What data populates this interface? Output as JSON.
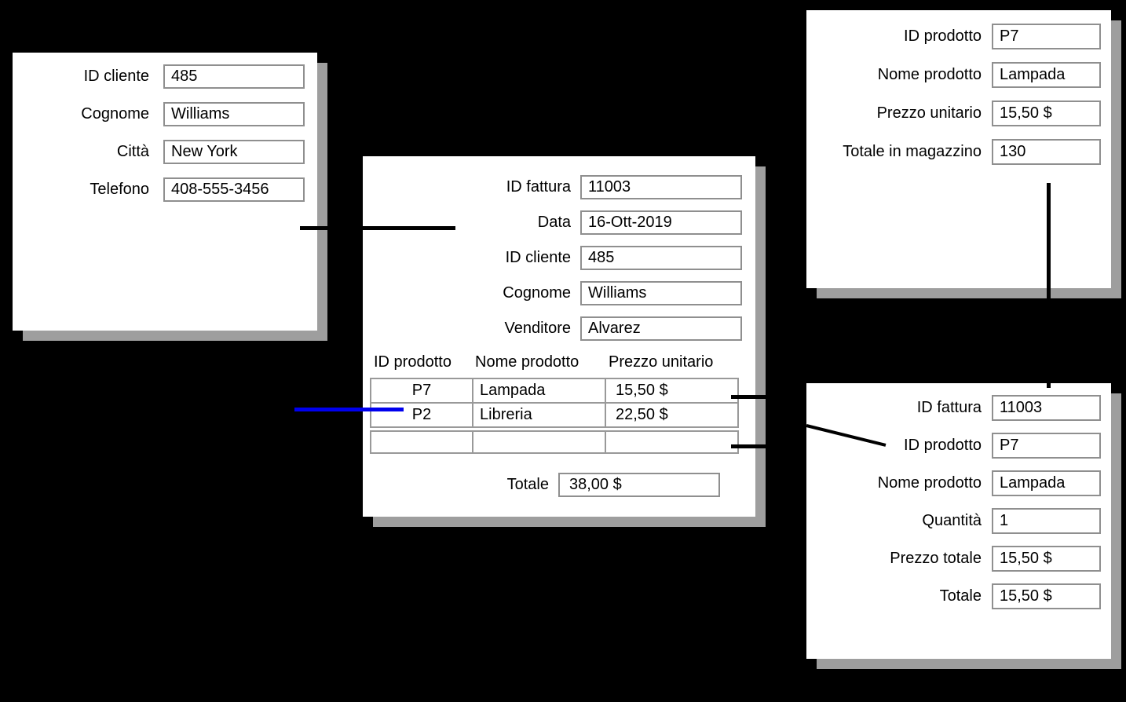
{
  "colors": {
    "background": "#000000",
    "card_bg": "#ffffff",
    "card_shadow": "#9e9e9e",
    "box_border": "#8f8f8f",
    "table_border": "#999999",
    "connector_black": "#000000",
    "connector_blue": "#0000ee"
  },
  "customer_card": {
    "fields": [
      {
        "label": "ID cliente",
        "value": "485"
      },
      {
        "label": "Cognome",
        "value": "Williams"
      },
      {
        "label": "Città",
        "value": "New York"
      },
      {
        "label": "Telefono",
        "value": "408-555-3456"
      }
    ]
  },
  "invoice_card": {
    "fields": [
      {
        "label": "ID fattura",
        "value": "11003"
      },
      {
        "label": "Data",
        "value": "16-Ott-2019"
      },
      {
        "label": "ID cliente",
        "value": "485"
      },
      {
        "label": "Cognome",
        "value": "Williams"
      },
      {
        "label": "Venditore",
        "value": "Alvarez"
      }
    ],
    "table": {
      "headers": [
        "ID prodotto",
        "Nome prodotto",
        "Prezzo unitario"
      ],
      "rows": [
        [
          "P7",
          "Lampada",
          "15,50 $"
        ],
        [
          "P2",
          "Libreria",
          "22,50 $"
        ],
        [
          "",
          "",
          ""
        ]
      ]
    },
    "total_label": "Totale",
    "total_value": "38,00 $"
  },
  "product_card": {
    "fields": [
      {
        "label": "ID prodotto",
        "value": "P7"
      },
      {
        "label": "Nome prodotto",
        "value": "Lampada"
      },
      {
        "label": "Prezzo unitario",
        "value": "15,50 $"
      },
      {
        "label": "Totale in magazzino",
        "value": "130"
      }
    ]
  },
  "invoice_line_card": {
    "fields": [
      {
        "label": "ID fattura",
        "value": "11003"
      },
      {
        "label": "ID prodotto",
        "value": "P7"
      },
      {
        "label": "Nome prodotto",
        "value": "Lampada"
      },
      {
        "label": "Quantità",
        "value": "1"
      },
      {
        "label": "Prezzo totale",
        "value": "15,50 $"
      },
      {
        "label": "Totale",
        "value": "15,50 $"
      }
    ]
  }
}
